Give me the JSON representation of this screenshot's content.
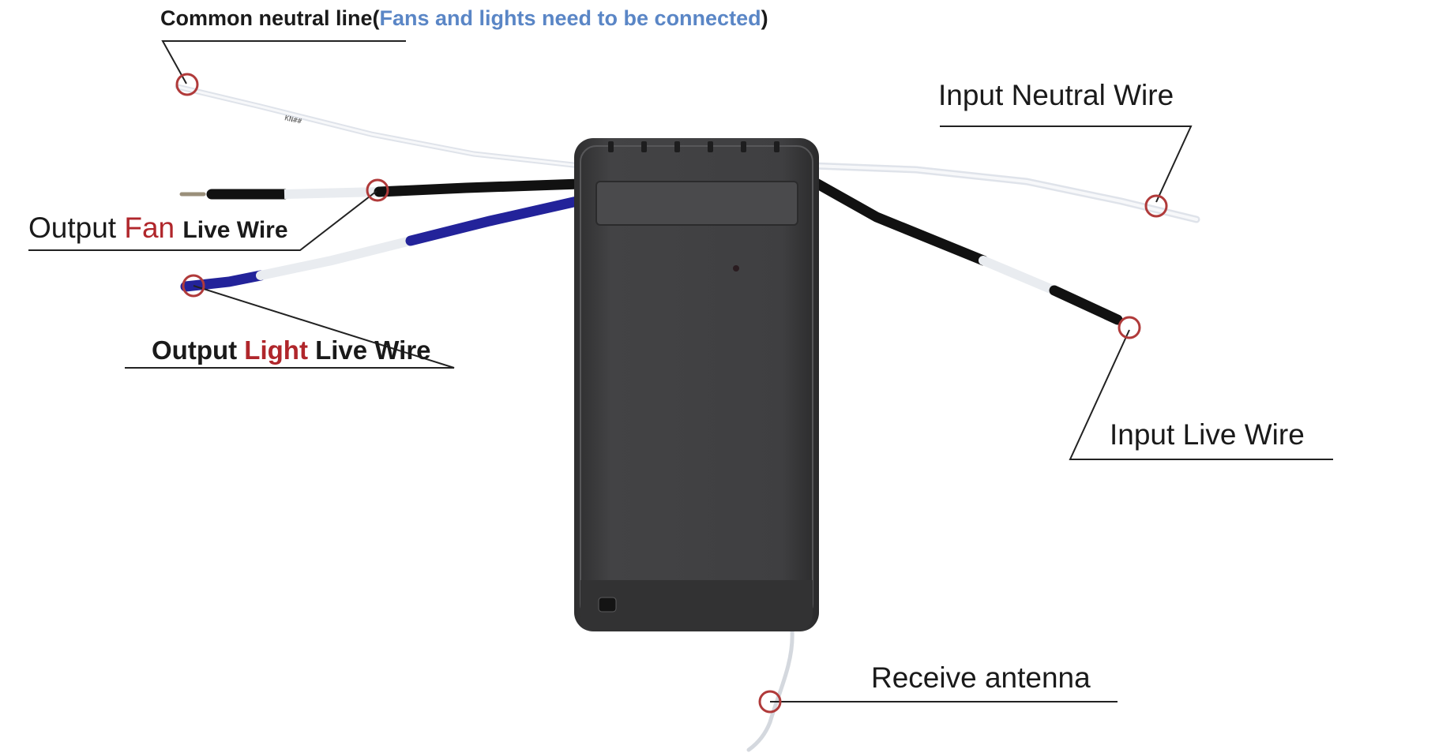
{
  "labels": {
    "common_neutral": {
      "prefix": "Common neutral line(",
      "highlight": "Fans and lights need to be connected",
      "suffix": ")"
    },
    "input_neutral": "Input Neutral Wire",
    "output_fan": {
      "prefix": "Output",
      "highlight": "Fan",
      "suffix": "Live Wire"
    },
    "output_light": {
      "prefix": "Output",
      "highlight": "Light",
      "suffix": "Live Wire"
    },
    "input_live": "Input Live Wire",
    "receive_antenna": "Receive antenna"
  },
  "colors": {
    "highlight_blue": "#5a86c6",
    "highlight_red": "#b0262b",
    "marker": "#b03a3a",
    "device_body": "#3f3f40",
    "wire_black": "#111111",
    "wire_blue": "#23239a",
    "wire_white": "#e4e8ee"
  }
}
